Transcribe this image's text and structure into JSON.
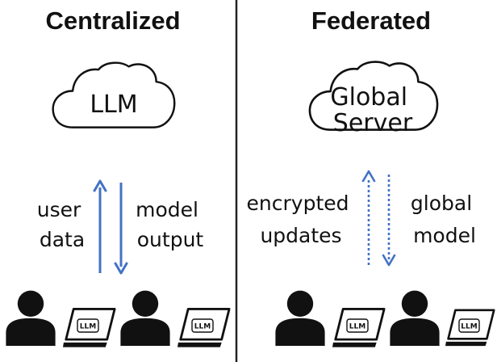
{
  "panels": {
    "centralized": {
      "title": "Centralized",
      "cloud_label": "LLM",
      "up_label": [
        "user",
        "data"
      ],
      "down_label": [
        "model",
        "output"
      ],
      "arrow_style": "solid"
    },
    "federated": {
      "title": "Federated",
      "cloud_label": [
        "Global",
        "Server"
      ],
      "up_label": [
        "encrypted",
        "updates"
      ],
      "down_label": [
        "global",
        "model"
      ],
      "arrow_style": "dotted"
    }
  },
  "client_laptop_label": "LLM",
  "colors": {
    "arrow": "#4472c4",
    "ink": "#111111",
    "divider": "#222222"
  },
  "icons": [
    "cloud-icon",
    "user-icon",
    "laptop-icon",
    "arrow-up-icon",
    "arrow-down-icon"
  ]
}
